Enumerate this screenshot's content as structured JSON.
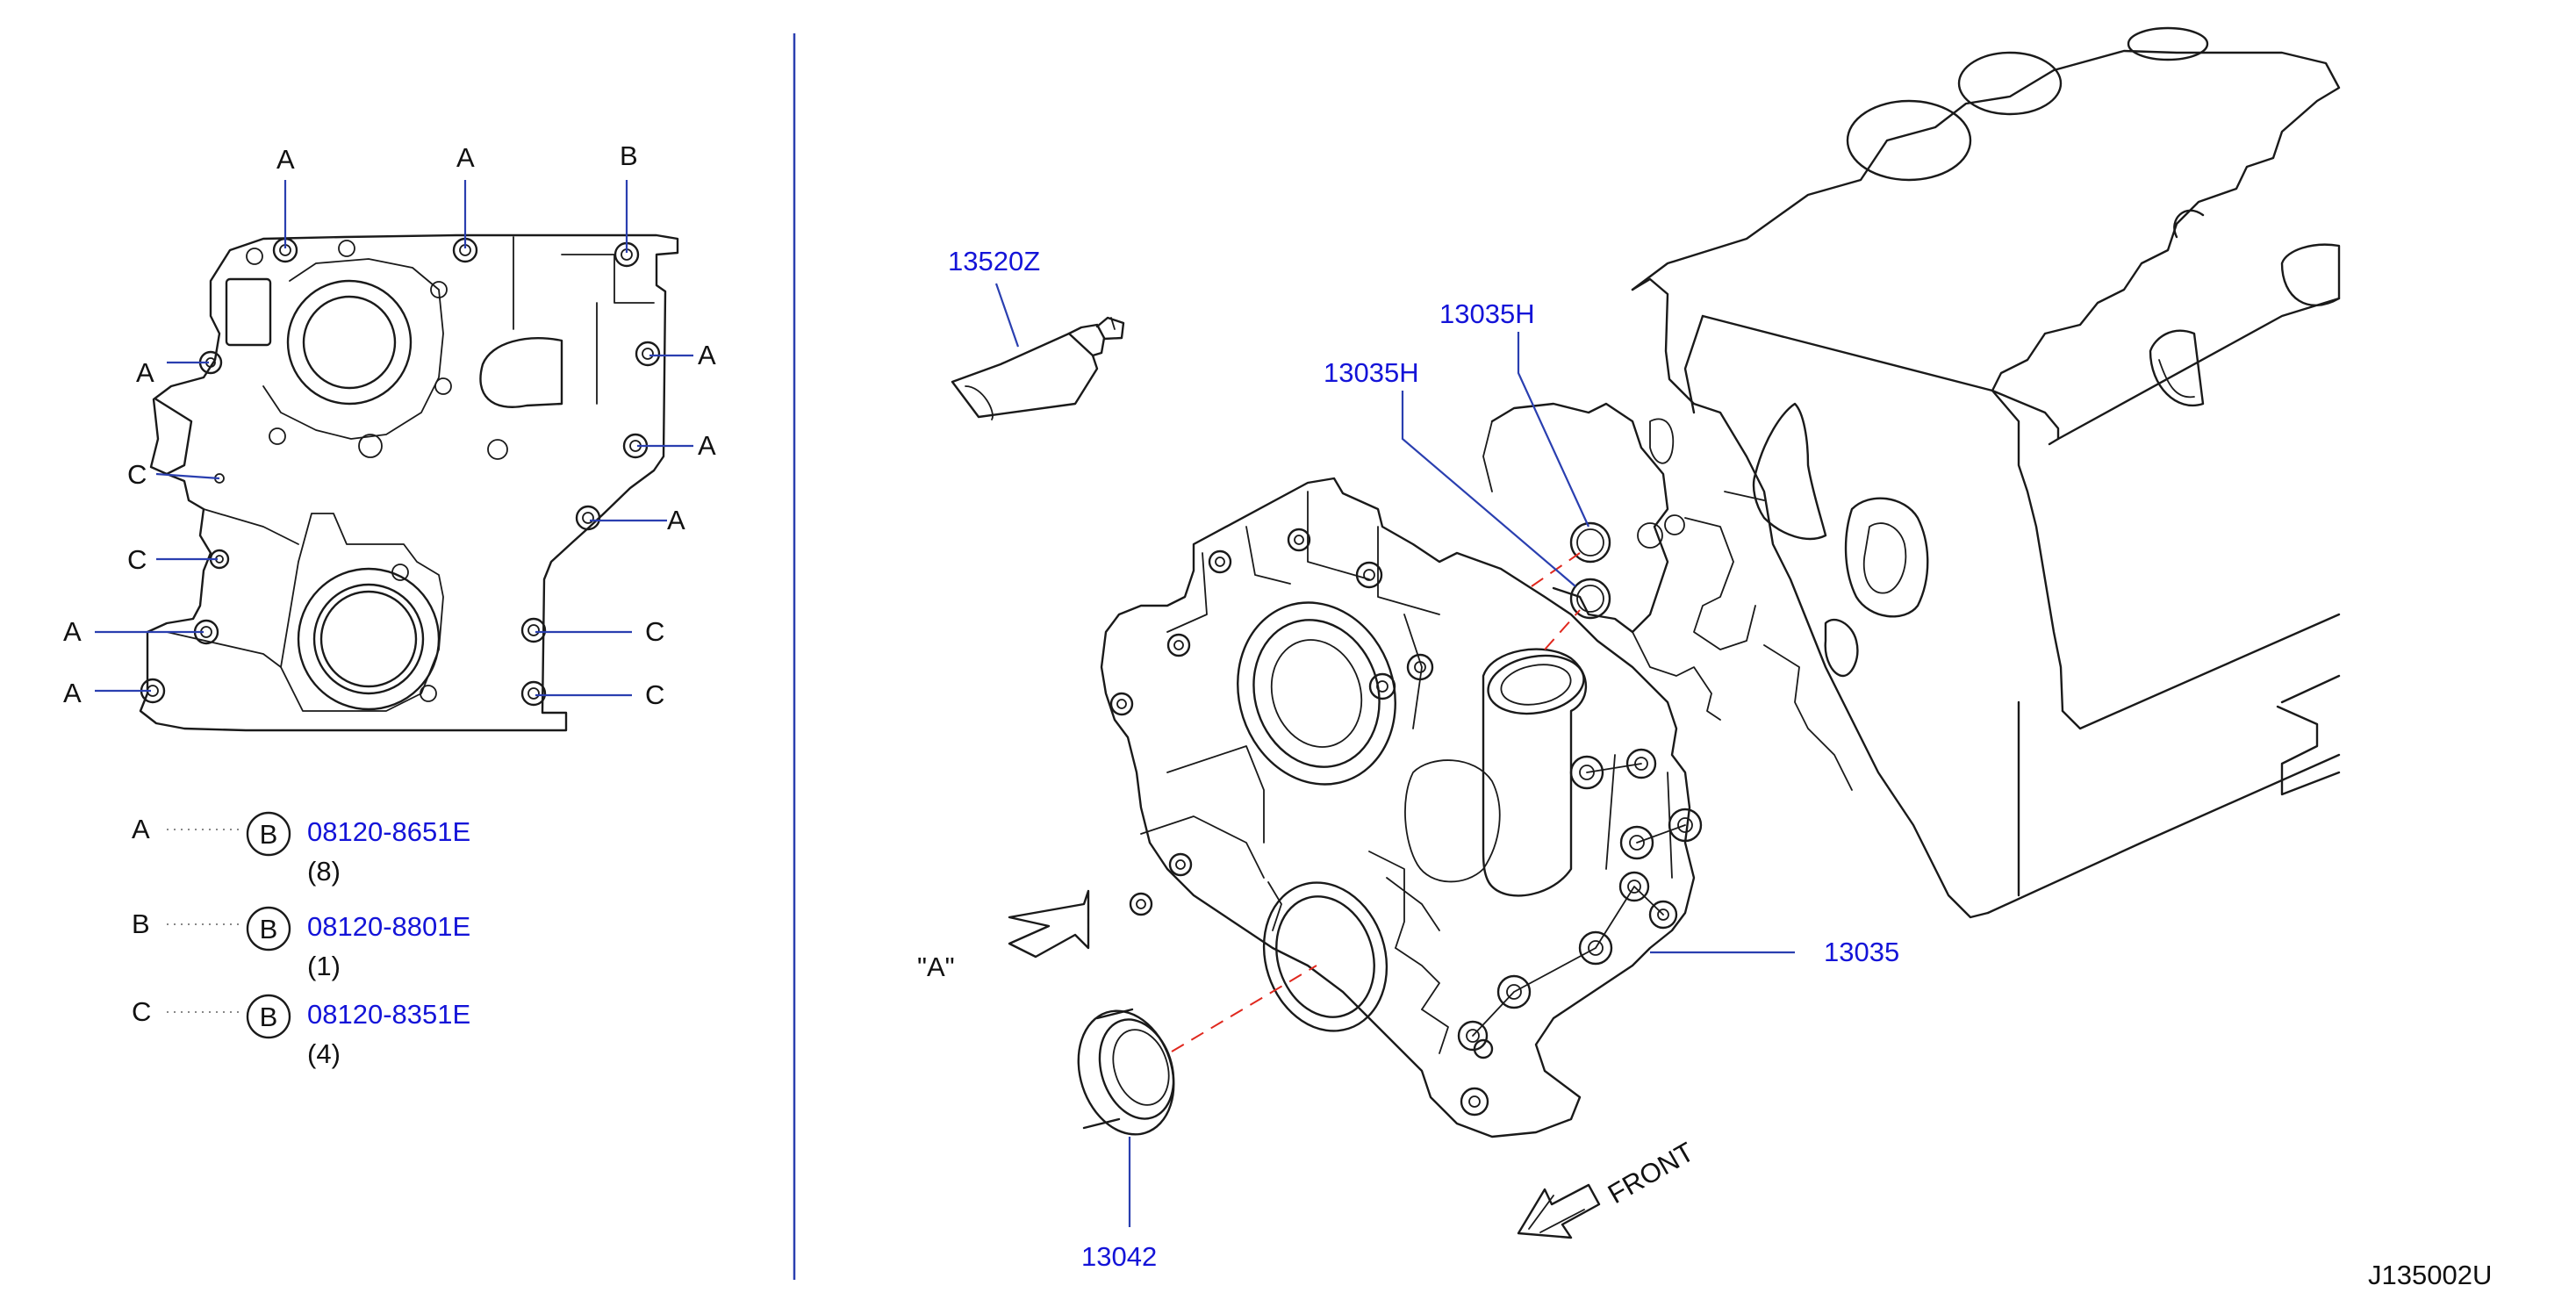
{
  "diagram_code": "J135002U",
  "view_marker": "\"A\"",
  "direction_label": "FRONT",
  "part_numbers": {
    "sealant": "13520Z",
    "o_ring_upper": "13035H",
    "o_ring_lower": "13035H",
    "timing_cover": "13035",
    "front_oil_seal": "13042"
  },
  "bolt_callouts": {
    "top_left": "A",
    "top_middle": "A",
    "top_right": "B",
    "left_upper": "A",
    "right_upper": "A",
    "right_middle": "A",
    "left_c_upper": "C",
    "right_lower_a": "A",
    "left_c_middle": "C",
    "left_a_lower": "A",
    "right_c_upper": "C",
    "left_a_bottom": "A",
    "right_c_lower": "C"
  },
  "legend": [
    {
      "letter": "A",
      "badge": "B",
      "part": "08120-8651E",
      "qty": "(8)"
    },
    {
      "letter": "B",
      "badge": "B",
      "part": "08120-8801E",
      "qty": "(1)"
    },
    {
      "letter": "C",
      "badge": "B",
      "part": "08120-8351E",
      "qty": "(4)"
    }
  ],
  "colors": {
    "part_number": "#1414d8",
    "leader": "#2a3fb0",
    "assembly_dash": "#e0281e",
    "line": "#1a1a1a"
  }
}
